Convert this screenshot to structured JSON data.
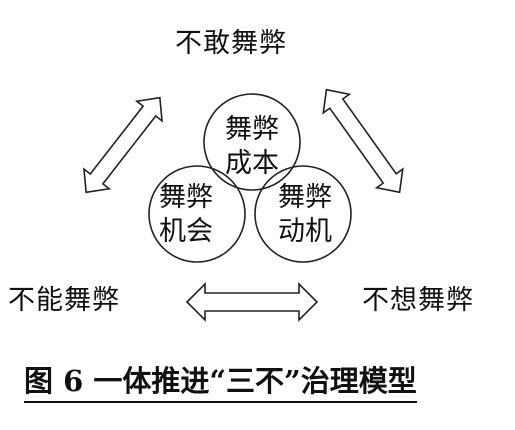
{
  "labels": {
    "top": "不敢舞弊",
    "left": "不能舞弊",
    "right": "不想舞弊"
  },
  "circles": {
    "top": {
      "line1": "舞弊",
      "line2": "成本"
    },
    "left": {
      "line1": "舞弊",
      "line2": "机会"
    },
    "right": {
      "line1": "舞弊",
      "line2": "动机"
    }
  },
  "caption": "图 6  一体推进“三不”治理模型"
}
